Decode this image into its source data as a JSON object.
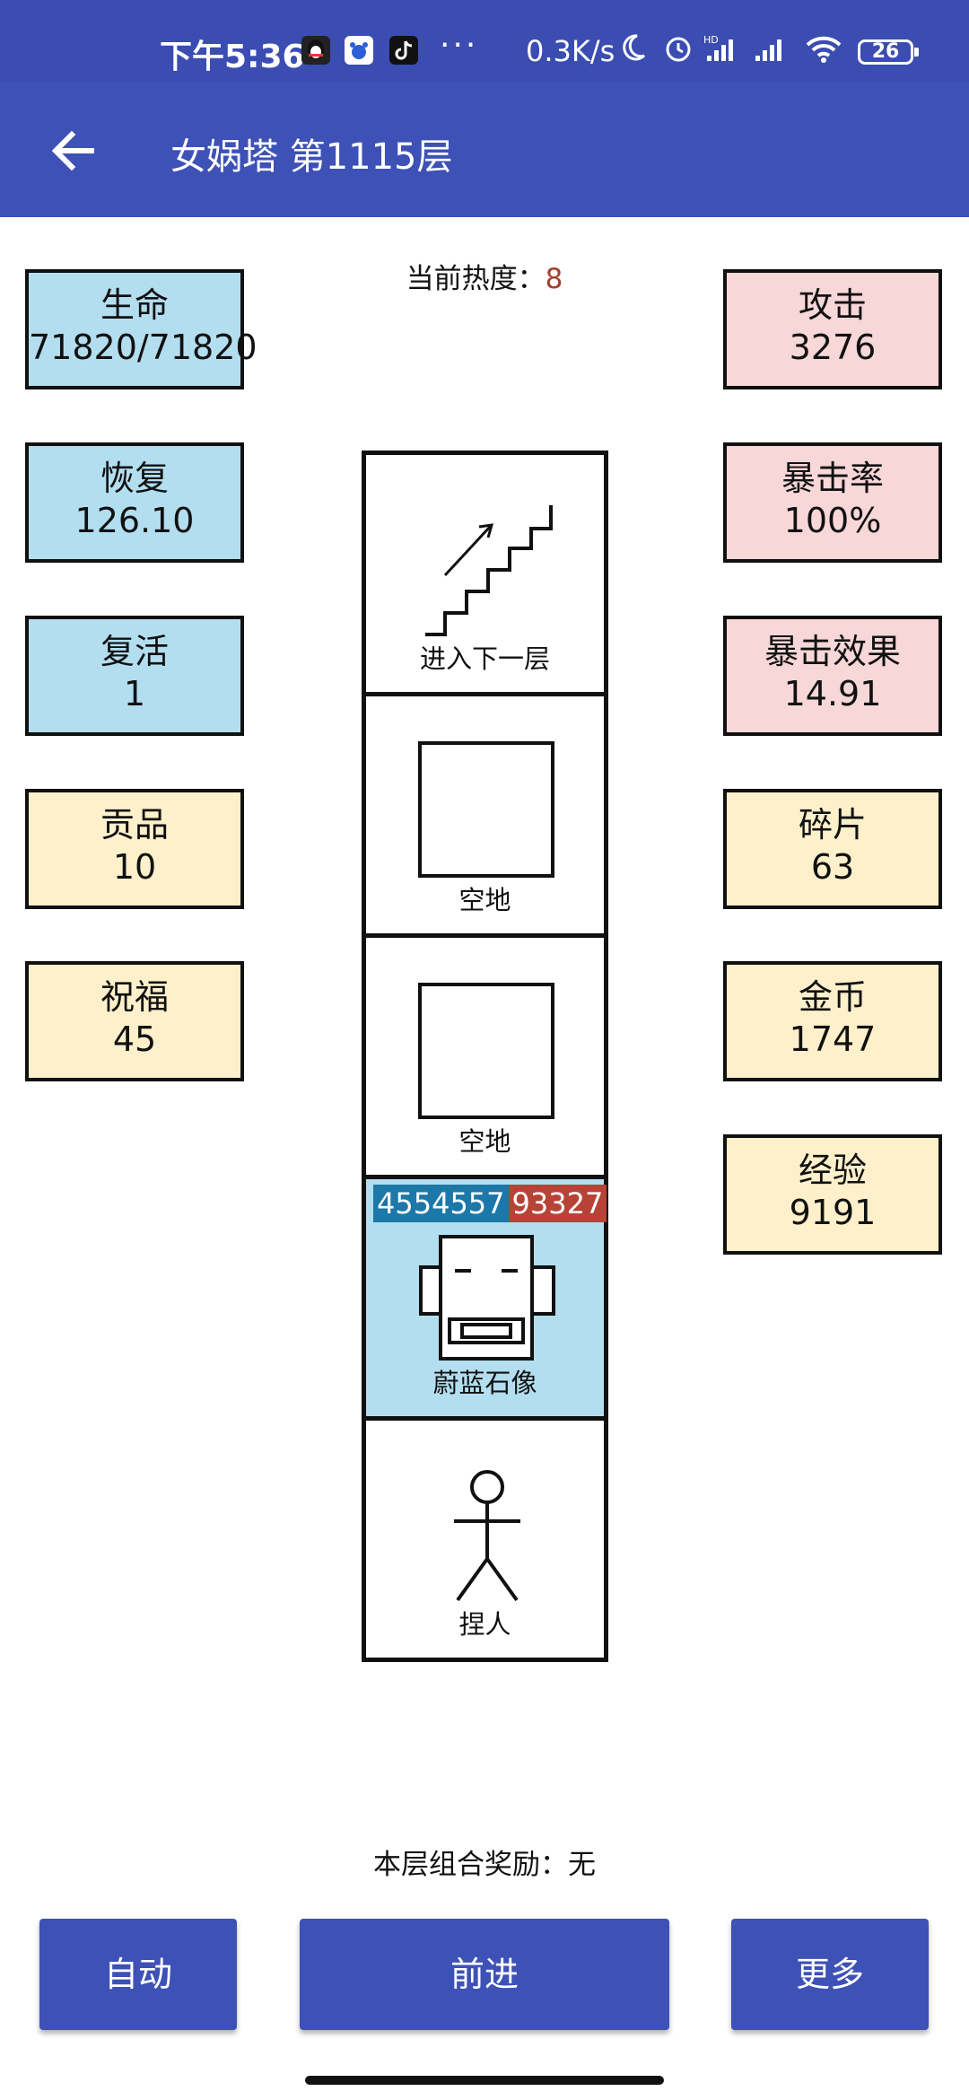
{
  "status_bar": {
    "time": "下午5:36",
    "more_dots": "···",
    "net_speed": "0.3K/s",
    "battery": "26"
  },
  "app_bar": {
    "title": "女娲塔 第1115层"
  },
  "heat": {
    "label": "当前热度：",
    "value": "8"
  },
  "left_stats": [
    {
      "label": "生命",
      "value": "71820/71820"
    },
    {
      "label": "恢复",
      "value": "126.10"
    },
    {
      "label": "复活",
      "value": "1"
    },
    {
      "label": "贡品",
      "value": "10"
    },
    {
      "label": "祝福",
      "value": "45"
    }
  ],
  "right_stats": [
    {
      "label": "攻击",
      "value": "3276"
    },
    {
      "label": "暴击率",
      "value": "100%"
    },
    {
      "label": "暴击效果",
      "value": "14.91"
    },
    {
      "label": "碎片",
      "value": "63"
    },
    {
      "label": "金币",
      "value": "1747"
    },
    {
      "label": "经验",
      "value": "9191"
    }
  ],
  "tower": {
    "cells": [
      {
        "label": "进入下一层",
        "icon": "stairs-up-icon"
      },
      {
        "label": "空地",
        "icon": "empty-square-icon"
      },
      {
        "label": "空地",
        "icon": "empty-square-icon"
      },
      {
        "label": "蔚蓝石像",
        "icon": "robot-face-icon",
        "hp": "4554557",
        "attack": "93327"
      },
      {
        "label": "捏人",
        "icon": "stick-figure-icon"
      }
    ]
  },
  "combo_reward": "本层组合奖励：无",
  "buttons": {
    "auto": "自动",
    "forward": "前进",
    "more": "更多"
  },
  "colors": {
    "primary": "#3d51b6",
    "blue_box": "#b3def0",
    "pink_box": "#f8d7d8",
    "yellow_box": "#fdf0cb",
    "hp_blue": "#1b78a8",
    "hp_red": "#b74336",
    "heat_value": "#a3402c"
  }
}
